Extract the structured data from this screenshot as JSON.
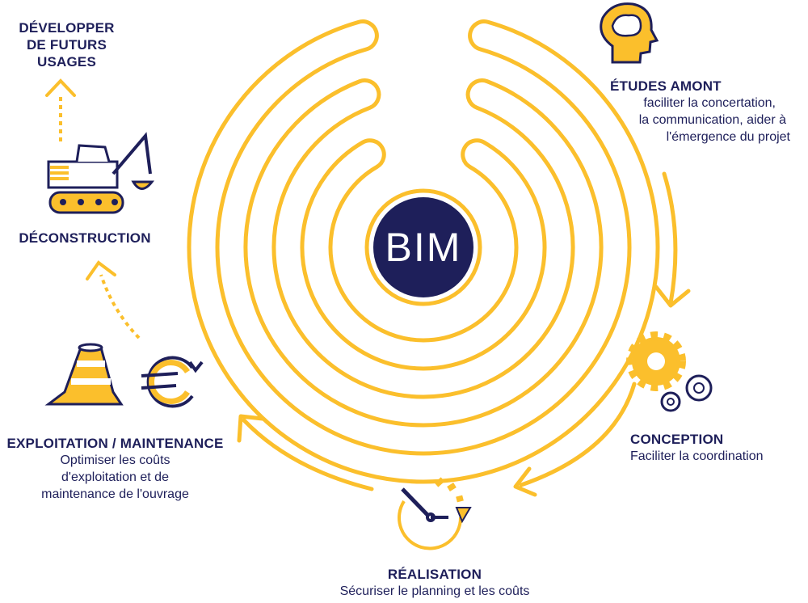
{
  "center": {
    "label": "BIM"
  },
  "stages": {
    "etudes": {
      "title": "ÉTUDES AMONT",
      "lines": [
        "faciliter la concertation,",
        "la communication, aider à",
        "l'émergence du projet"
      ]
    },
    "conception": {
      "title": "CONCEPTION",
      "lines": [
        "Faciliter la coordination"
      ]
    },
    "realisation": {
      "title": "RÉALISATION",
      "lines": [
        "Sécuriser le planning et les coûts"
      ]
    },
    "exploitation": {
      "title": "EXPLOITATION / MAINTENANCE",
      "lines": [
        "Optimiser les coûts",
        "d'exploitation et de",
        "maintenance de l'ouvrage"
      ]
    },
    "deconstruction": {
      "title": "DÉCONSTRUCTION"
    },
    "futurs": {
      "lines": [
        "DÉVELOPPER",
        "DE FUTURS USAGES"
      ]
    }
  },
  "colors": {
    "navy": "#1e1f5a",
    "yellow": "#fbbf2c"
  }
}
